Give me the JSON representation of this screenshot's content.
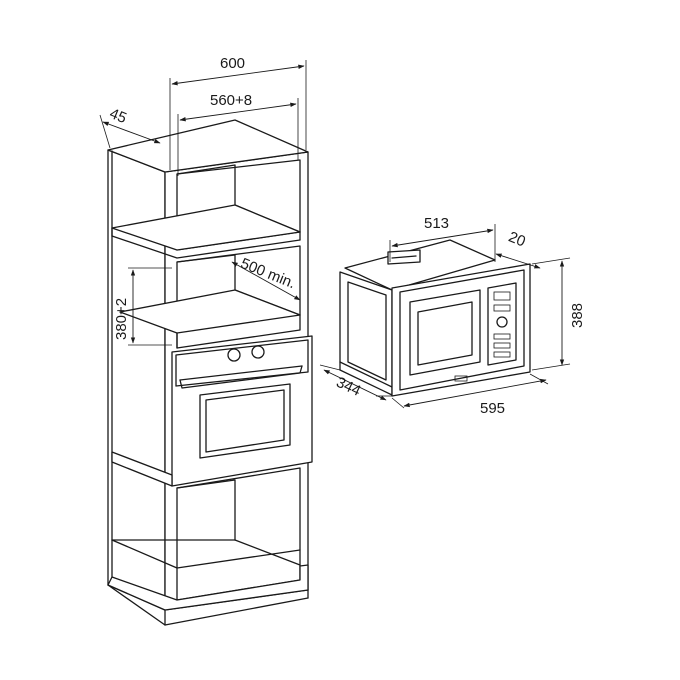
{
  "diagram": {
    "cabinet": {
      "dim_width": "600",
      "dim_inner_width": "560+8",
      "dim_depth": "45",
      "dim_niche_depth": "500 min.",
      "dim_niche_height": "380+2"
    },
    "microwave": {
      "dim_body_width": "513",
      "dim_frame_depth": "20",
      "dim_height": "388",
      "dim_depth": "344",
      "dim_width": "595"
    }
  }
}
